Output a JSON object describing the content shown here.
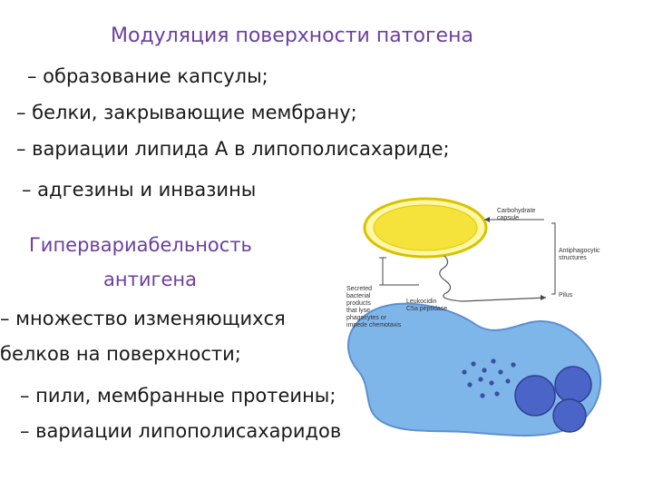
{
  "slide": {
    "title": "Модуляция поверхности патогена",
    "surface_items": [
      "– образование капсулы;",
      "– белки, закрывающие мембрану;",
      "– вариации липида А в липополисахариде;",
      "– адгезины и инвазины"
    ],
    "hyper_heading_line1": "Гипервариабельность",
    "hyper_heading_line2": "антигена",
    "hyper_items": [
      "– множество изменяющихся",
      "белков на поверхности;",
      "– пили, мембранные протеины;",
      "– вариации липополисахаридов"
    ]
  },
  "figure": {
    "labels": {
      "carbohydrate_1": "Carbohydrate",
      "carbohydrate_2": "capsule",
      "antiphago_1": "Antiphagocytic",
      "antiphago_2": "structures",
      "pilus": "Pilus",
      "secreted_1": "Secreted",
      "secreted_2": "bacterial",
      "secreted_3": "products",
      "secreted_4": "that lyse",
      "secreted_5": "phagocytes or",
      "secreted_6": "impede chemotaxis",
      "leukocidin": "Leukocidin",
      "peptidase": "C5a peptidase"
    },
    "colors": {
      "bacterium_fill": "#f5e23a",
      "bacterium_outline": "#d8c200",
      "phagocyte_fill": "#7fb6ea",
      "nucleus_fill": "#4a64c8"
    }
  }
}
